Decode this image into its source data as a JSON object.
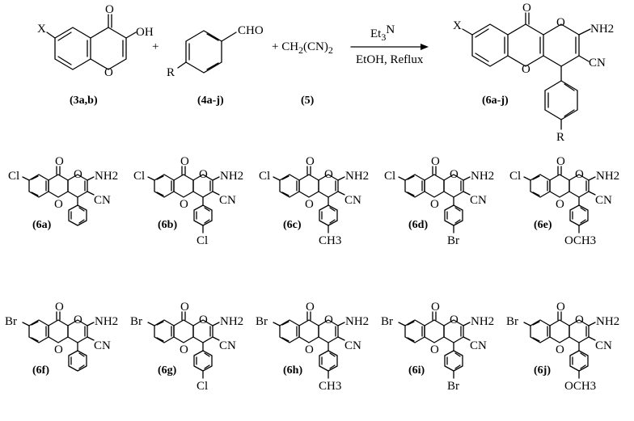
{
  "scheme": {
    "reagent_x_label": "X",
    "oh_label": "OH",
    "o_label": "O",
    "r_label": "R",
    "cho_label": "CHO",
    "plus": "+",
    "malononitrile": "CH2(CN)2",
    "malononitrile_prefix": "+ CH",
    "malononitrile_sub": "2",
    "malononitrile_suffix": "(CN)",
    "malononitrile_sup": "2",
    "catalyst_prefix": "Et",
    "catalyst_sub": "3",
    "catalyst_suffix": "N",
    "conditions": "EtOH, Reflux",
    "nh2_label": "NH2",
    "cn_label": "CN",
    "compound_labels": [
      "(3a,b)",
      "(4a-j)",
      "(5)",
      "(6a-j)"
    ]
  },
  "products": [
    {
      "code": "(6a)",
      "halogen": "Cl",
      "substituent": ""
    },
    {
      "code": "(6b)",
      "halogen": "Cl",
      "substituent": "Cl"
    },
    {
      "code": "(6c)",
      "halogen": "Cl",
      "substituent": "CH3"
    },
    {
      "code": "(6d)",
      "halogen": "Cl",
      "substituent": "Br"
    },
    {
      "code": "(6e)",
      "halogen": "Cl",
      "substituent": "OCH3"
    },
    {
      "code": "(6f)",
      "halogen": "Br",
      "substituent": ""
    },
    {
      "code": "(6g)",
      "halogen": "Br",
      "substituent": "Cl"
    },
    {
      "code": "(6h)",
      "halogen": "Br",
      "substituent": "CH3"
    },
    {
      "code": "(6i)",
      "halogen": "Br",
      "substituent": "Br"
    },
    {
      "code": "(6j)",
      "halogen": "Br",
      "substituent": "OCH3"
    }
  ]
}
